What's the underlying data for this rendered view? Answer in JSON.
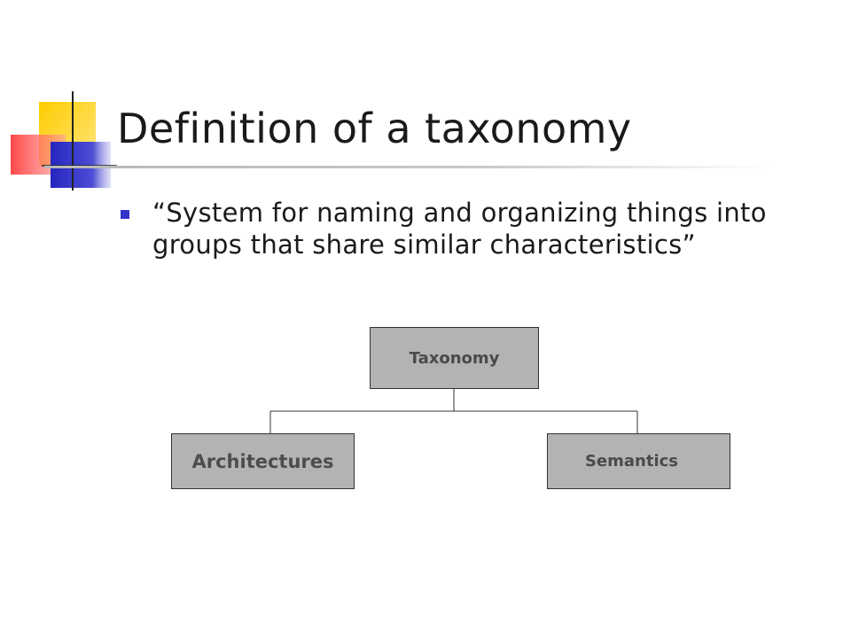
{
  "title": "Definition of a taxonomy",
  "bullets": [
    {
      "text": "“System for naming and organizing things into groups that share similar characteristics”"
    }
  ],
  "diagram": {
    "root": "Taxonomy",
    "children": [
      "Architectures",
      "Semantics"
    ]
  },
  "colors": {
    "bullet": "#3333cc",
    "node_fill": "#b3b3b3",
    "node_text": "#4a4a4a",
    "accent_yellow": "#ffcc00",
    "accent_red": "#ff4040",
    "accent_blue": "#3333cc"
  }
}
